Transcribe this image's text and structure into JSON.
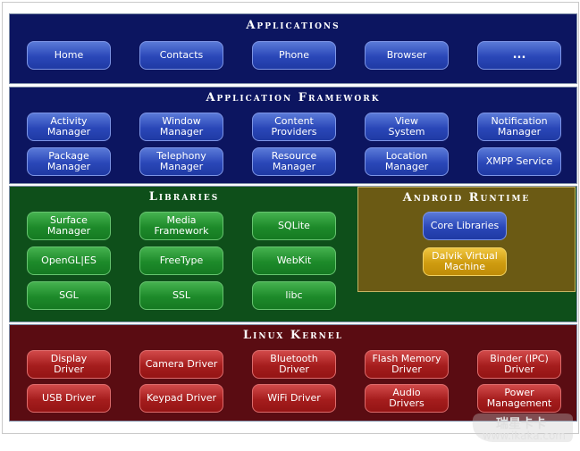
{
  "applications": {
    "title": "Applications",
    "items": [
      "Home",
      "Contacts",
      "Phone",
      "Browser",
      "..."
    ]
  },
  "framework": {
    "title": "Application Framework",
    "row1": [
      "Activity Manager",
      "Window\nManager",
      "Content\nProviders",
      "View\nSystem",
      "Notification\nManager"
    ],
    "row2": [
      "Package Manager",
      "Telephony\nManager",
      "Resource\nManager",
      "Location\nManager",
      "XMPP Service"
    ]
  },
  "libraries": {
    "title": "Libraries",
    "row1": [
      "Surface Manager",
      "Media\nFramework",
      "SQLite"
    ],
    "row2": [
      "OpenGL|ES",
      "FreeType",
      "WebKit"
    ],
    "row3": [
      "SGL",
      "SSL",
      "libc"
    ]
  },
  "runtime": {
    "title": "Android Runtime",
    "core": "Core Libraries",
    "vm": "Dalvik Virtual\nMachine"
  },
  "kernel": {
    "title": "Linux Kernel",
    "row1": [
      "Display\nDriver",
      "Camera Driver",
      "Bluetooth\nDriver",
      "Flash Memory\nDriver",
      "Binder (IPC)\nDriver"
    ],
    "row2": [
      "USB Driver",
      "Keypad Driver",
      "WiFi Driver",
      "Audio\nDrivers",
      "Power\nManagement"
    ]
  },
  "watermark": {
    "logo": "瑞星卡卡",
    "url": "www.ikaka.com"
  },
  "colors": {
    "applications_bg": "#0c1560",
    "libraries_bg": "#0e4f1a",
    "runtime_bg": "#6b5a14",
    "kernel_bg": "#5a0c12"
  }
}
